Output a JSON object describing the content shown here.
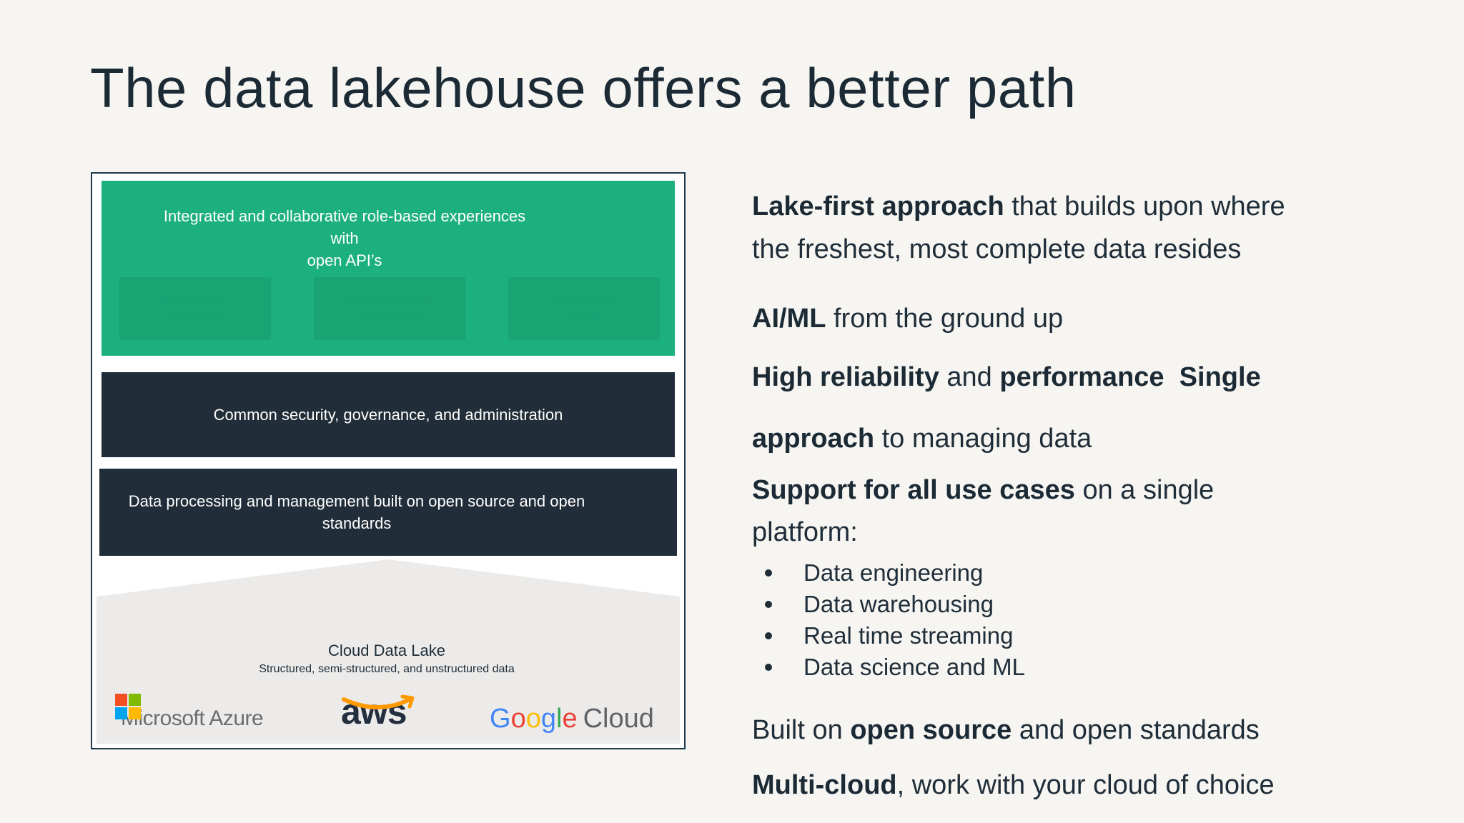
{
  "slide": {
    "title": "The data lakehouse offers a better path"
  },
  "diagram": {
    "top_layer": {
      "caption_line1": "Integrated and collaborative role-based experiences  with",
      "caption_line2": "open API’s",
      "tiles": [
        {
          "line1": "Modern Data",
          "line2": "Engineering"
        },
        {
          "line1": "Analytics and Data",
          "line2": "Warehousing"
        },
        {
          "line1": "Data Science",
          "line2": "and ML"
        }
      ]
    },
    "governance_layer": "Common security, governance, and administration",
    "processing_layer": {
      "line1": "Data processing and management built on open source and  open",
      "line2": "standards"
    },
    "lake": {
      "title": "Cloud Data Lake",
      "subtitle": "Structured, semi-structured, and unstructured data",
      "logos": {
        "azure": "Microsoft Azure",
        "aws": "aws",
        "google": "Google",
        "google_cloud": "Cloud"
      }
    }
  },
  "points": {
    "p1_bold": "Lake-first approach",
    "p1_rest": " that builds upon where",
    "p1_line2": "the freshest, most complete data resides",
    "p2_bold": "AI/ML",
    "p2_rest": " from the ground up",
    "p3_bold1": "High reliability",
    "p3_mid": " and ",
    "p3_bold2": "performance",
    "p3_bold3": "  Single",
    "p4_bold": "approach",
    "p4_rest": " to managing data",
    "p5_bold": "Support for all use cases",
    "p5_rest": " on a single",
    "p5_line2": "platform:",
    "use_cases": [
      "Data engineering",
      "Data warehousing",
      "Real time streaming",
      "Data science and ML"
    ],
    "p6_pre": "Built on ",
    "p6_bold": "open source",
    "p6_rest": " and open standards",
    "p7_bold": "Multi-cloud",
    "p7_rest": ", work with your cloud of choice"
  },
  "colors": {
    "green": "#1db07f",
    "dark": "#212d38",
    "background": "#f6f5f2"
  }
}
